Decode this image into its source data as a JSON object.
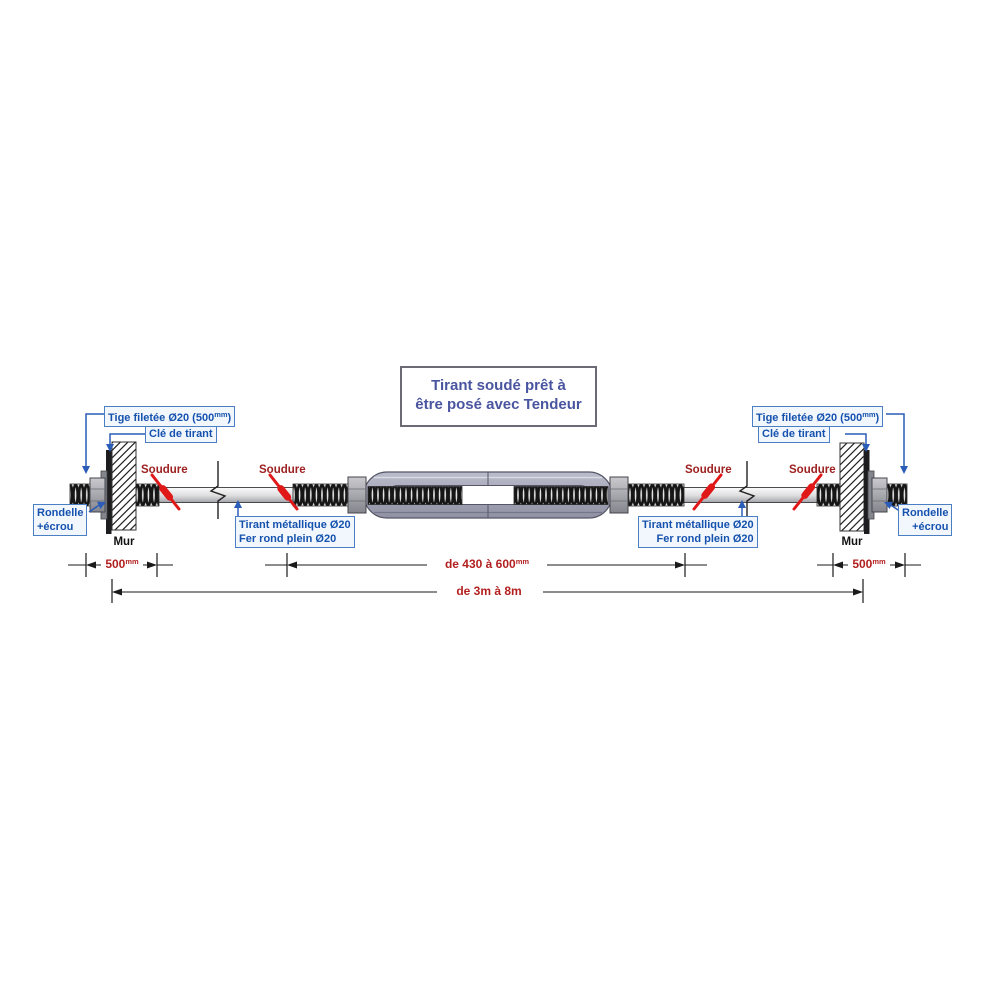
{
  "title": {
    "line1": "Tirant soudé prêt à",
    "line2": "être posé avec Tendeur"
  },
  "labels": {
    "tige_pre": "Tige filetée Ø20 (500",
    "tige_sup": "mm",
    "tige_post": ")",
    "cle": "Clé de tirant",
    "rondelle1": "Rondelle",
    "rondelle2": "+écrou",
    "tirant1": "Tirant métallique Ø20",
    "tirant2": "Fer rond plein Ø20",
    "soudure": "Soudure",
    "mur": "Mur"
  },
  "dimensions": {
    "left_500": {
      "value": "500",
      "unit": "mm"
    },
    "center": {
      "value": "de 430 à 600",
      "unit": "mm"
    },
    "right_500": {
      "value": "500",
      "unit": "mm"
    },
    "overall": "de 3m à 8m"
  },
  "colors": {
    "label_blue": "#1552ae",
    "label_border_blue": "#4a7fc4",
    "title_blue": "#4a55a0",
    "weld_red": "#e01818",
    "dim_red": "#b31f1f",
    "soudure_red": "#9e2121",
    "metal_gray": "#a9aaba",
    "black": "#1a1a1a"
  }
}
